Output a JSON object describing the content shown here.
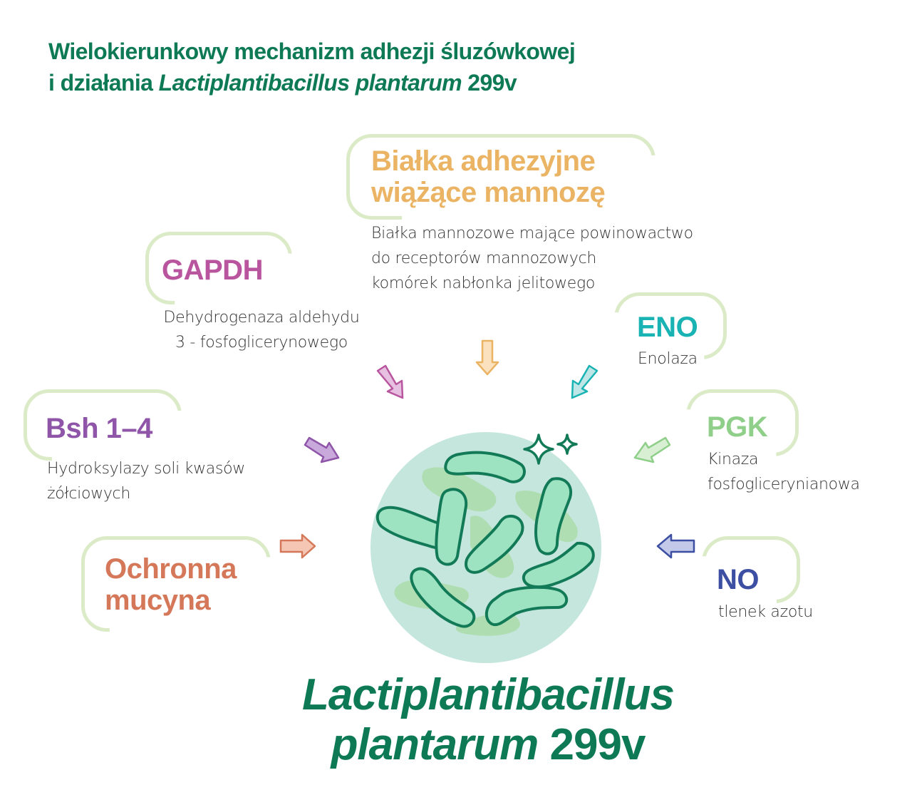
{
  "title": {
    "line1": "Wielokierunkowy mechanizm adhezji śluzówkowej",
    "line2_prefix": "i działania ",
    "line2_italic": "Lactiplantibacillus plantarum",
    "line2_suffix": " 299v"
  },
  "mechanisms": [
    {
      "id": "mannose",
      "heading_line1": "Białka adhezyjne",
      "heading_line2": "wiążące mannozę",
      "color": "#eab464",
      "desc_lines": [
        "Białka mannozowe mające powinowactwo",
        "do receptorów mannozowych",
        "komórek nabłonka jelitowego"
      ],
      "arrow": "down"
    },
    {
      "id": "gapdh",
      "heading": "GAPDH",
      "color": "#b8559e",
      "desc_lines": [
        "Dehydrogenaza aldehydu",
        "3 - fosfoglicerynowego"
      ],
      "arrow": "down-right"
    },
    {
      "id": "eno",
      "heading": "ENO",
      "color": "#1ab3b3",
      "desc_lines": [
        "Enolaza"
      ],
      "arrow": "down-left"
    },
    {
      "id": "bsh",
      "heading": "Bsh 1–4",
      "color": "#8e55a8",
      "desc_lines": [
        "Hydroksylazy soli kwasów",
        "żółciowych"
      ],
      "arrow": "down-right"
    },
    {
      "id": "pgk",
      "heading": "PGK",
      "color": "#8fcf8a",
      "desc_lines": [
        "Kinaza",
        "fosfoglicerynianowa"
      ],
      "arrow": "down-left"
    },
    {
      "id": "mucin",
      "heading_line1": "Ochronna",
      "heading_line2": "mucyna",
      "color": "#d5785a",
      "desc_lines": [],
      "arrow": "right"
    },
    {
      "id": "no",
      "heading": "NO",
      "color": "#3d4fa3",
      "desc_lines": [
        "tlenek azotu"
      ],
      "arrow": "left"
    }
  ],
  "center": {
    "illustration": "bacteria-cluster-icon",
    "label_italic": "Lactiplantibacillus",
    "label_line2_italic": "plantarum",
    "label_line2_num": " 299v"
  },
  "colors": {
    "brand_green": "#0e7a55",
    "bracket": "#dcebc7",
    "circle_bg": "#c5e6dc",
    "bacteria_fill": "#9de3c2",
    "bacteria_stroke": "#127a57"
  }
}
